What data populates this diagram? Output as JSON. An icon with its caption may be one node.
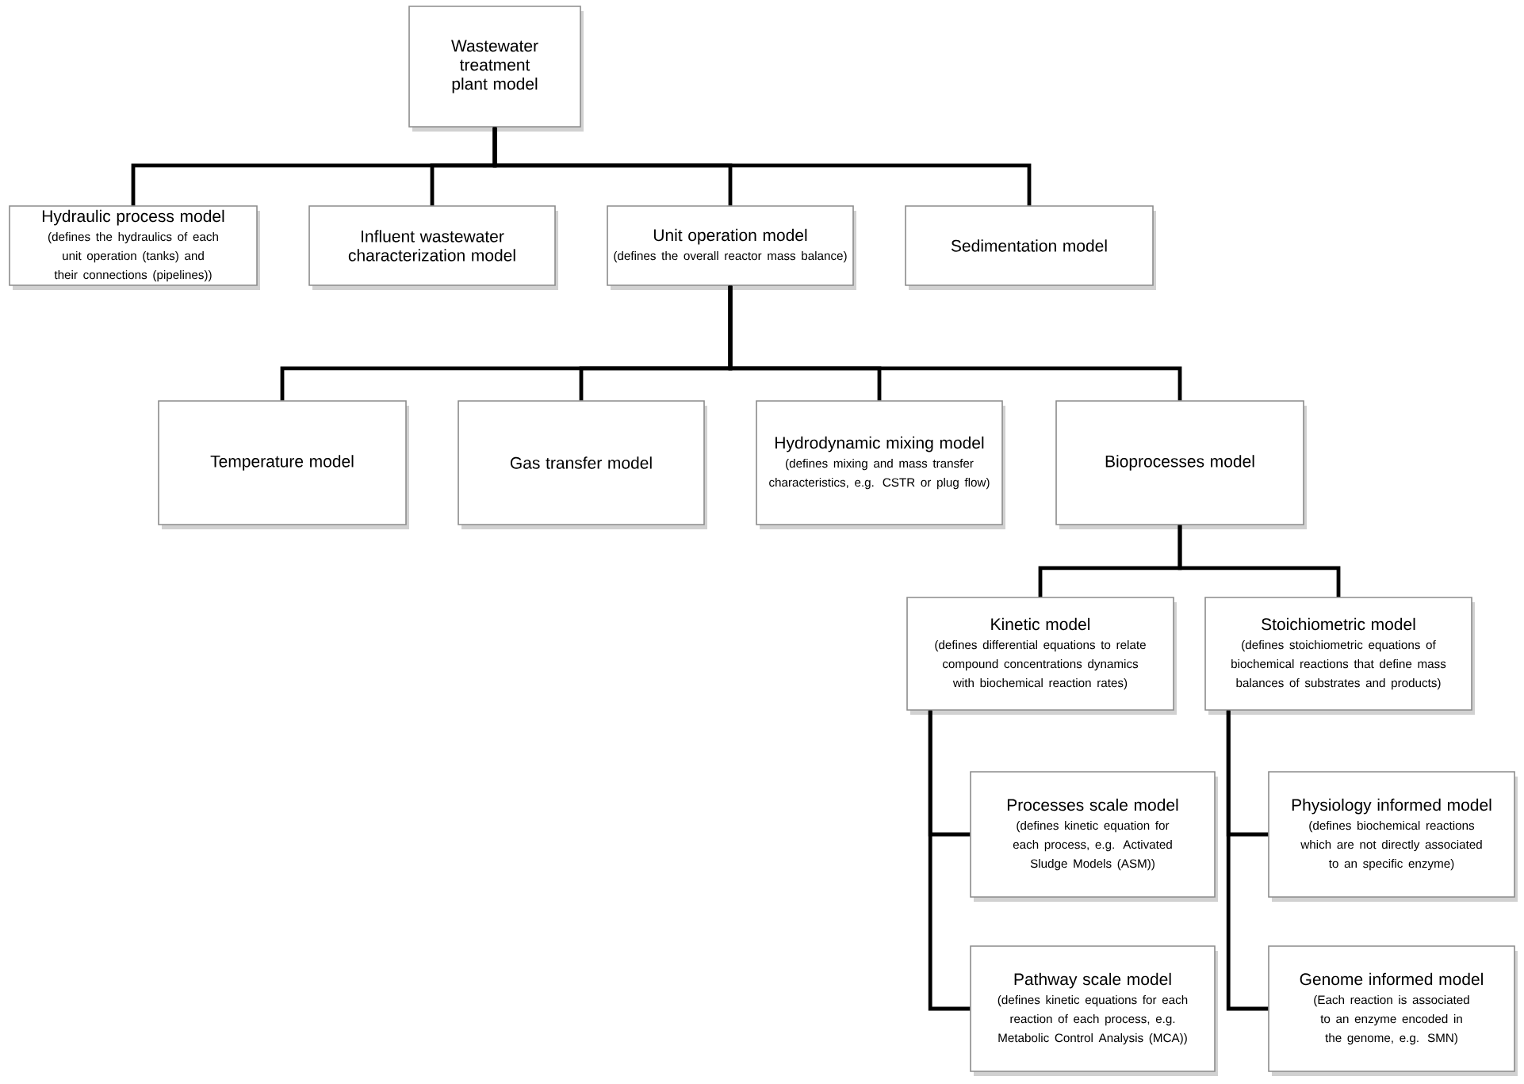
{
  "diagram": {
    "nodes": [
      {
        "text": [
          "Wastewater treatment plant model"
        ]
      },
      {
        "text": [
          "Hydraulic process model",
          "(defines the hydraulics of each unit operation (tanks) and their connections (pipelines))"
        ]
      },
      {
        "text": [
          "Influent wastewater characterization model"
        ]
      },
      {
        "text": [
          "Unit operation model",
          "(defines the overall reactor mass balance)"
        ]
      },
      {
        "text": [
          "Sedimentation model"
        ]
      },
      {
        "text": [
          "Temperature model"
        ]
      },
      {
        "text": [
          "Gas transfer model"
        ]
      },
      {
        "text": [
          "Hydrodynamic mixing model",
          "(defines mixing and mass transfer characteristics, e.g. CSTR or plug flow)"
        ]
      },
      {
        "text": [
          "Bioprocesses model"
        ]
      },
      {
        "text": [
          "Kinetic model",
          "(defines differential equations to relate compound concentrations dynamics with biochemical reaction rates)"
        ]
      },
      {
        "text": [
          "Stoichiometric model",
          "(defines stoichiometric equations of biochemical reactions that define mass balances of substrates and products)"
        ]
      },
      {
        "text": [
          "Processes scale model",
          "(defines kinetic equation for each process, e.g. Activated Sludge Models (ASM))"
        ]
      },
      {
        "text": [
          "Physiology informed model",
          "(defines biochemical reactions which are not directly associated to an specific enzyme)"
        ]
      },
      {
        "text": [
          "Pathway scale model",
          "(defines kinetic equations for each reaction of each process, e.g. Metabolic Control Analysis (MCA))"
        ]
      },
      {
        "text": [
          "Genome informed model",
          "(Each reaction is associated to an enzyme encoded in the genome, e.g. SMN)"
        ]
      }
    ],
    "edges": [
      {
        "from": 0,
        "to": 1,
        "arrow": "none"
      },
      {
        "from": 0,
        "to": 2,
        "arrow": "none"
      },
      {
        "from": 0,
        "to": 3,
        "arrow": "none"
      },
      {
        "from": 0,
        "to": 4,
        "arrow": "none"
      },
      {
        "from": 3,
        "to": 5,
        "arrow": "none"
      },
      {
        "from": 3,
        "to": 6,
        "arrow": "none"
      },
      {
        "from": 3,
        "to": 7,
        "arrow": "none"
      },
      {
        "from": 3,
        "to": 8,
        "arrow": "none"
      },
      {
        "from": 8,
        "to": 9,
        "arrow": "none"
      },
      {
        "from": 8,
        "to": 10,
        "arrow": "none"
      },
      {
        "from": 9,
        "to": 11,
        "arrow": "none"
      },
      {
        "from": 9,
        "to": 13,
        "arrow": "none"
      },
      {
        "from": 10,
        "to": 12,
        "arrow": "none"
      },
      {
        "from": 10,
        "to": 14,
        "arrow": "none"
      }
    ]
  }
}
